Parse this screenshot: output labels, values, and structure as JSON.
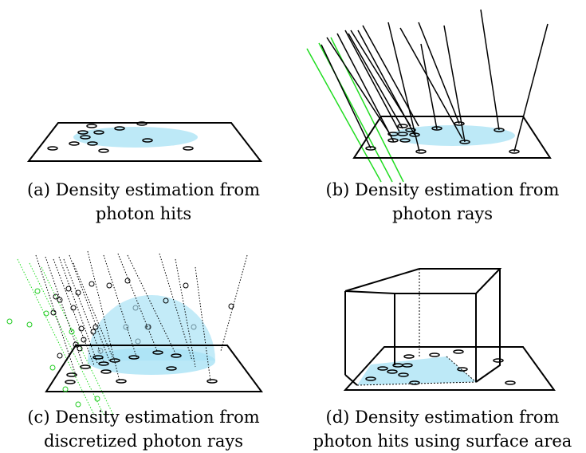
{
  "colors": {
    "surface_line": "#000000",
    "density_fill": "#bde9f7",
    "density_edge": "#8fd8ef",
    "ray_black": "#000000",
    "ray_green": "#22dd22",
    "sample_dot_black": "#000000",
    "sample_dot_green": "#22cc22"
  },
  "panels": [
    {
      "id": "a",
      "caption": {
        "prefix": "(a)",
        "line1": "Density estimation from",
        "line2": "photon hits"
      }
    },
    {
      "id": "b",
      "caption": {
        "prefix": "(b)",
        "line1": "Density estimation from",
        "line2": "photon rays"
      }
    },
    {
      "id": "c",
      "caption": {
        "prefix": "(c)",
        "line1": "Density estimation from",
        "line2": "discretized photon rays"
      }
    },
    {
      "id": "d",
      "caption": {
        "prefix": "(d)",
        "line1": "Density estimation from",
        "line2": "photon hits using surface area"
      }
    }
  ]
}
